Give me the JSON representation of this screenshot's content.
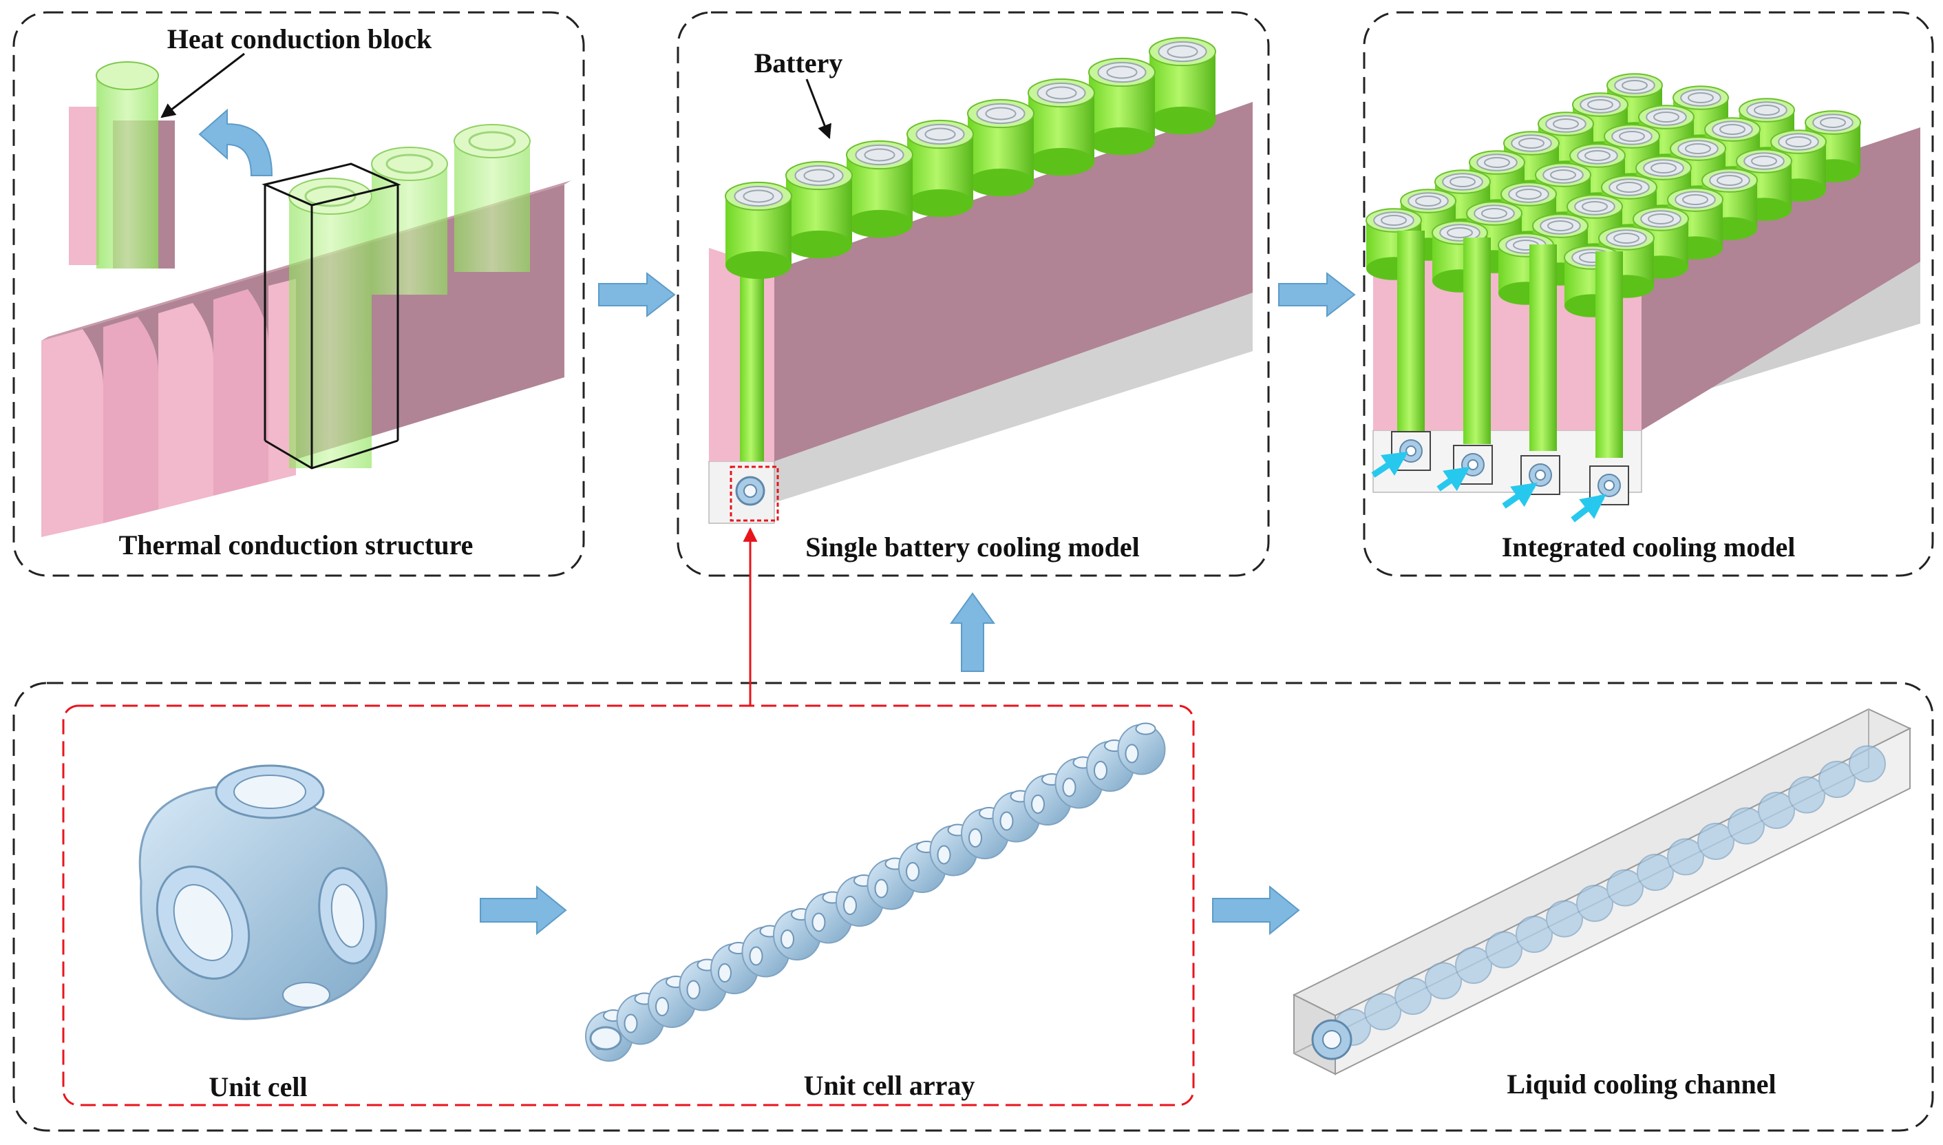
{
  "labels": {
    "heat_conduction_block": "Heat conduction block",
    "battery": "Battery",
    "thermal_conduction_structure": "Thermal conduction structure",
    "single_battery_cooling_model": "Single battery cooling model",
    "integrated_cooling_model": "Integrated cooling model",
    "unit_cell": "Unit cell",
    "unit_cell_array": "Unit cell array",
    "liquid_cooling_channel": "Liquid cooling channel"
  },
  "colors": {
    "battery_green": "#8ef03a",
    "battery_green_dark": "#5cc21a",
    "block_pink_side": "#f2b8cc",
    "block_mauve_face": "#b08494",
    "base_gray": "#c8c8c8",
    "cell_blue": "#a9cbe6",
    "flow_arrow_blue": "#7fb8e0",
    "inlet_arrow_cyan": "#27c8ee",
    "highlight_red": "#e8141c",
    "panel_border": "#222222"
  }
}
